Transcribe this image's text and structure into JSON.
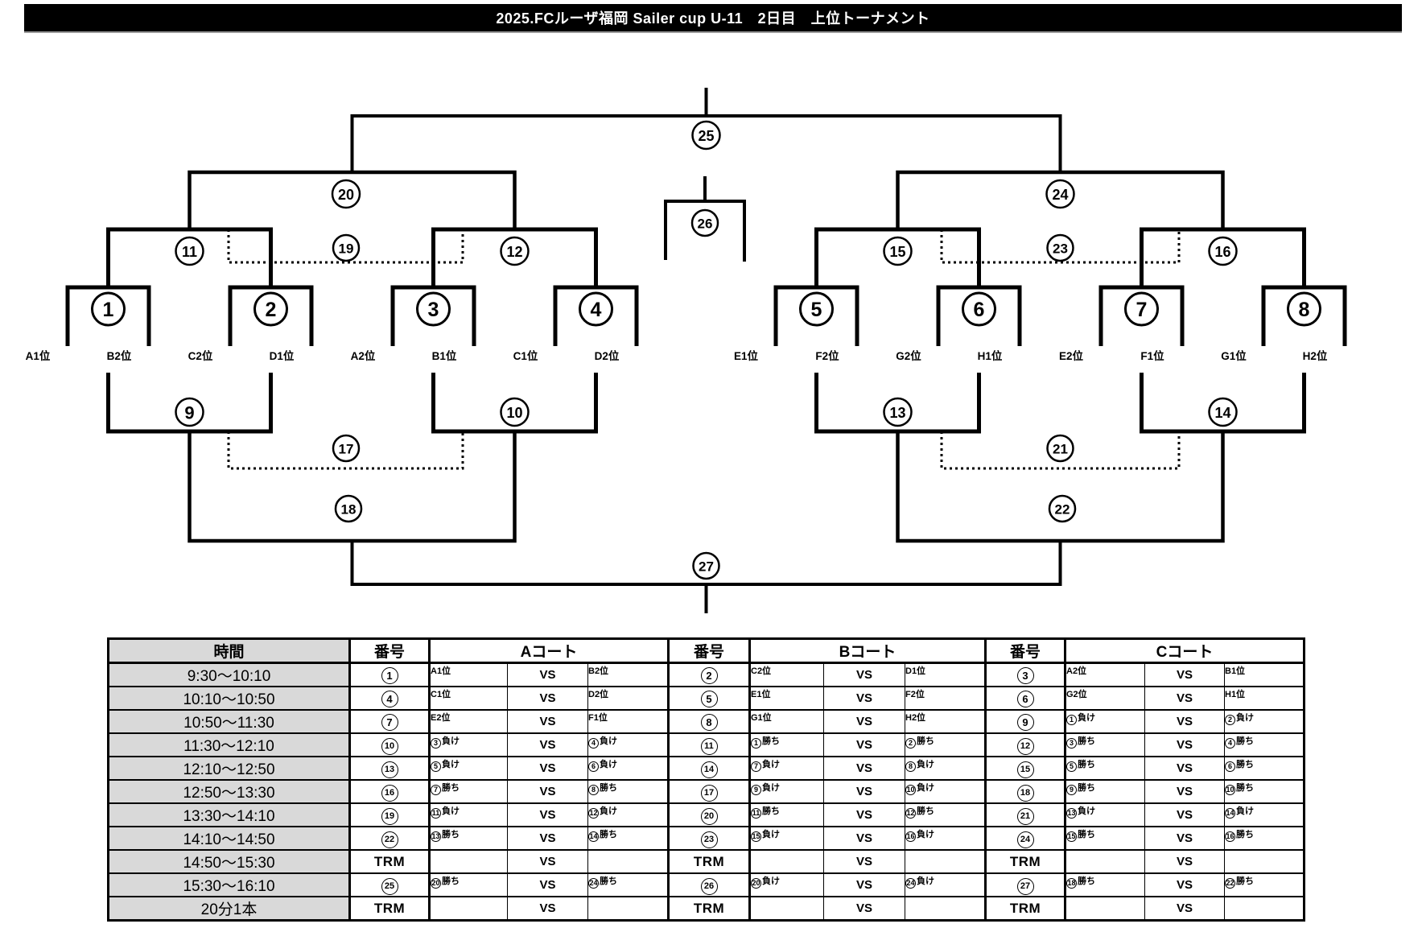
{
  "title": "2025.FCルーザ福岡 Sailer cup U-11　2日目　上位トーナメント",
  "bracket": {
    "team_labels_left": [
      "A1位",
      "B2位",
      "C2位",
      "D1位",
      "A2位",
      "B1位",
      "C1位",
      "D2位"
    ],
    "team_labels_right": [
      "E1位",
      "F2位",
      "G2位",
      "H1位",
      "E2位",
      "F1位",
      "G1位",
      "H2位"
    ],
    "rounds": {
      "round1": [
        1,
        2,
        3,
        4,
        5,
        6,
        7,
        8
      ],
      "winners_semi": [
        11,
        12,
        15,
        16
      ],
      "winners_final_pair": [
        20,
        24
      ],
      "dotted_upper": [
        19,
        23
      ],
      "grand_final": 25,
      "third_place": 26,
      "losers_r1": [
        9,
        10,
        13,
        14
      ],
      "losers_dotted": [
        17,
        21
      ],
      "losers_semi": [
        18,
        22
      ],
      "losers_final": 27
    }
  },
  "table": {
    "headers": {
      "time": "時間",
      "number": "番号",
      "court_a": "Aコート",
      "court_b": "Bコート",
      "court_c": "Cコート"
    },
    "vs_label": "vs",
    "trm_label": "TRM",
    "rows": [
      {
        "time": "9:30～10:10",
        "a": {
          "no": "①",
          "t1": "A1位",
          "t2": "B2位"
        },
        "b": {
          "no": "②",
          "t1": "C2位",
          "t2": "D1位"
        },
        "c": {
          "no": "③",
          "t1": "A2位",
          "t2": "B1位"
        }
      },
      {
        "time": "10:10～10:50",
        "a": {
          "no": "④",
          "t1": "C1位",
          "t2": "D2位"
        },
        "b": {
          "no": "⑤",
          "t1": "E1位",
          "t2": "F2位"
        },
        "c": {
          "no": "⑥",
          "t1": "G2位",
          "t2": "H1位"
        }
      },
      {
        "time": "10:50～11:30",
        "a": {
          "no": "⑦",
          "t1": "E2位",
          "t2": "F1位"
        },
        "b": {
          "no": "⑧",
          "t1": "G1位",
          "t2": "H2位"
        },
        "c": {
          "no": "⑨",
          "t1": "①負け",
          "t2": "②負け"
        }
      },
      {
        "time": "11:30～12:10",
        "a": {
          "no": "⑩",
          "t1": "③負け",
          "t2": "④負け"
        },
        "b": {
          "no": "⑪",
          "t1": "①勝ち",
          "t2": "②勝ち"
        },
        "c": {
          "no": "⑫",
          "t1": "③勝ち",
          "t2": "④勝ち"
        }
      },
      {
        "time": "12:10～12:50",
        "a": {
          "no": "⑬",
          "t1": "⑤負け",
          "t2": "⑥負け"
        },
        "b": {
          "no": "⑭",
          "t1": "⑦負け",
          "t2": "⑧負け"
        },
        "c": {
          "no": "⑮",
          "t1": "⑤勝ち",
          "t2": "⑥勝ち"
        }
      },
      {
        "time": "12:50～13:30",
        "a": {
          "no": "⑯",
          "t1": "⑦勝ち",
          "t2": "⑧勝ち"
        },
        "b": {
          "no": "⑰",
          "t1": "⑨負け",
          "t2": "⑩負け"
        },
        "c": {
          "no": "⑱",
          "t1": "⑨勝ち",
          "t2": "⑩勝ち"
        }
      },
      {
        "time": "13:30～14:10",
        "a": {
          "no": "⑲",
          "t1": "⑪負け",
          "t2": "⑫負け"
        },
        "b": {
          "no": "⑳",
          "t1": "⑪勝ち",
          "t2": "⑫勝ち"
        },
        "c": {
          "no": "㉑",
          "t1": "⑬負け",
          "t2": "⑭負け"
        }
      },
      {
        "time": "14:10～14:50",
        "a": {
          "no": "㉒",
          "t1": "⑬勝ち",
          "t2": "⑭勝ち"
        },
        "b": {
          "no": "㉓",
          "t1": "⑮負け",
          "t2": "⑯負け"
        },
        "c": {
          "no": "㉔",
          "t1": "⑮勝ち",
          "t2": "⑯勝ち"
        }
      },
      {
        "time": "14:50～15:30",
        "a": {
          "no": "TRM",
          "t1": "",
          "t2": ""
        },
        "b": {
          "no": "TRM",
          "t1": "",
          "t2": ""
        },
        "c": {
          "no": "TRM",
          "t1": "",
          "t2": ""
        }
      },
      {
        "time": "15:30～16:10",
        "a": {
          "no": "㉕",
          "t1": "⑳勝ち",
          "t2": "㉔勝ち"
        },
        "b": {
          "no": "㉖",
          "t1": "⑳負け",
          "t2": "㉔負け"
        },
        "c": {
          "no": "㉗",
          "t1": "⑱勝ち",
          "t2": "㉒勝ち"
        }
      },
      {
        "time": "20分1本",
        "a": {
          "no": "TRM",
          "t1": "",
          "t2": ""
        },
        "b": {
          "no": "TRM",
          "t1": "",
          "t2": ""
        },
        "c": {
          "no": "TRM",
          "t1": "",
          "t2": ""
        }
      }
    ]
  }
}
